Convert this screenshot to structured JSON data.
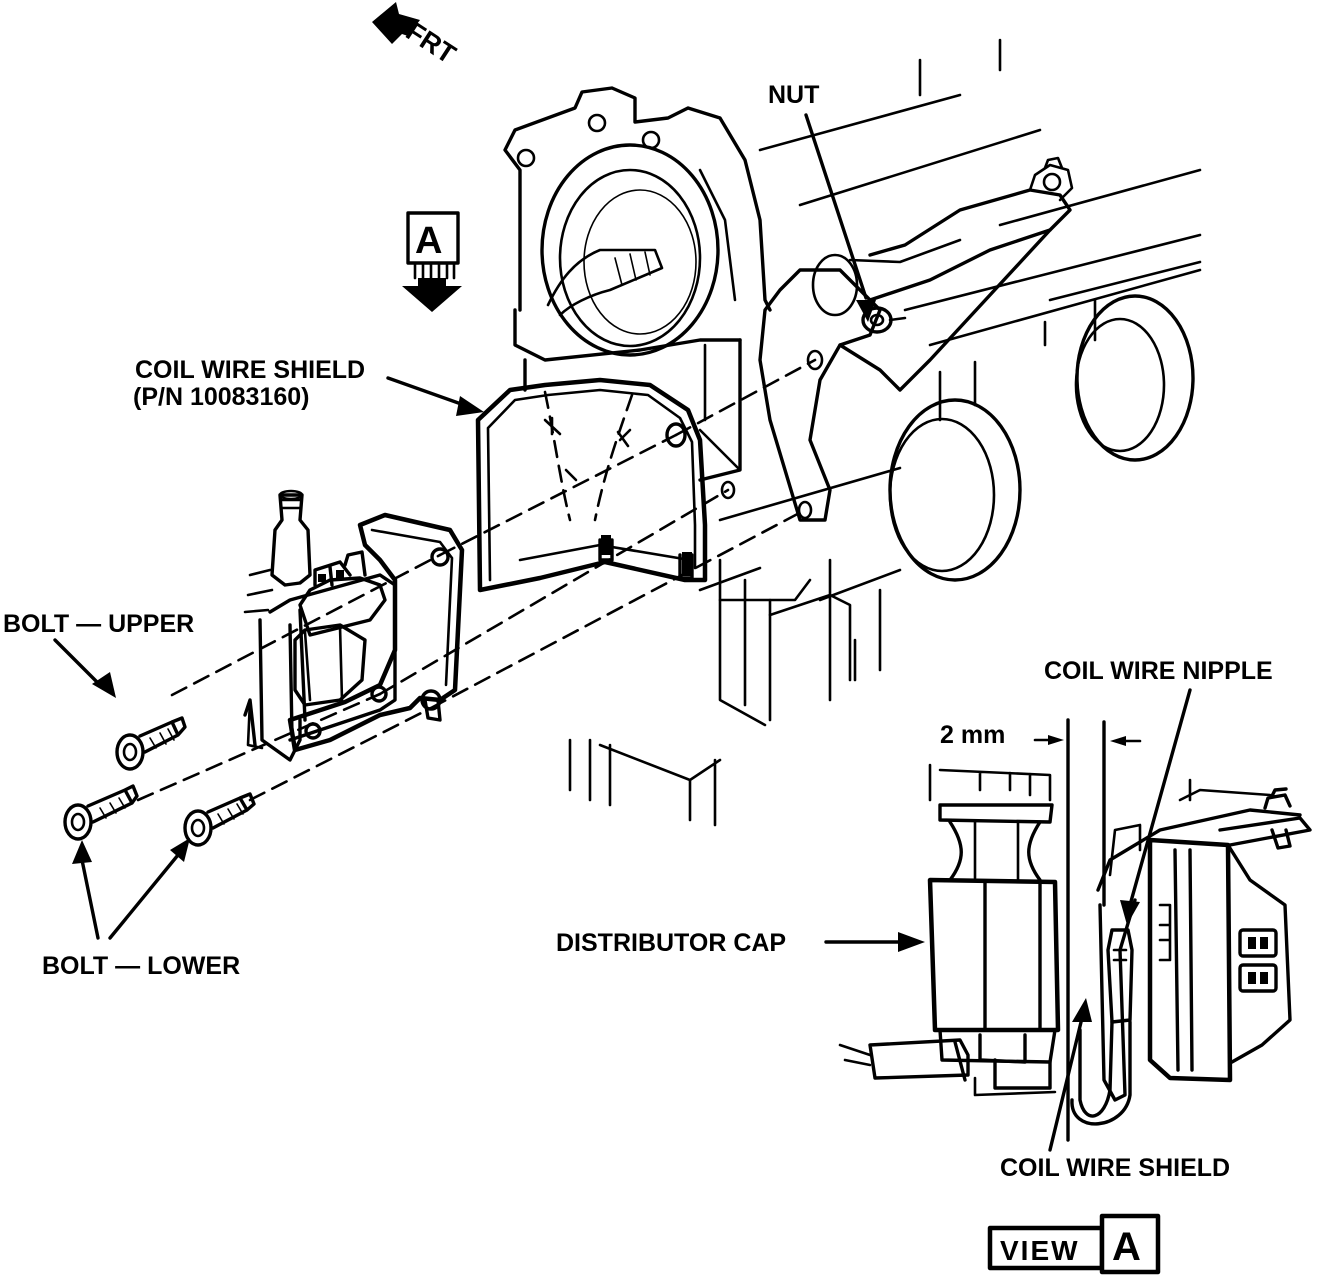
{
  "labels": {
    "frt": "FRT",
    "nut": "NUT",
    "view_marker": "A",
    "coil_wire_shield_main": "COIL WIRE SHIELD",
    "part_number": "(P/N 10083160)",
    "bolt_upper": "BOLT — UPPER",
    "bolt_lower": "BOLT — LOWER",
    "coil_wire_nipple": "COIL WIRE NIPPLE",
    "gap_dimension": "2 mm",
    "distributor_cap": "DISTRIBUTOR CAP",
    "coil_wire_shield_detail": "COIL WIRE SHIELD",
    "view_word": "VIEW",
    "view_letter": "A"
  }
}
